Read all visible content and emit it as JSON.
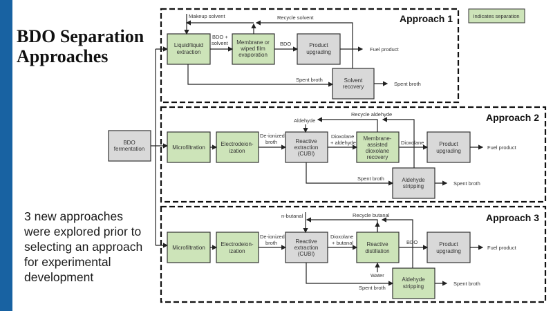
{
  "slide": {
    "title": "BDO Separation Approaches",
    "note": "3 new approaches were explored prior to selecting an approach for experimental development",
    "colors": {
      "separation": "#cde4b9",
      "process": "#d9d9d9",
      "accent": "#1862a2"
    }
  },
  "legend": {
    "label": "Indicates separation"
  },
  "source": {
    "label_line1": "BDO",
    "label_line2": "fermentation"
  },
  "approach1": {
    "title": "Approach 1",
    "boxes": {
      "lle": [
        "Liquid/liquid",
        "extraction"
      ],
      "membrane": [
        "Membrane or",
        "wiped film",
        "evaporation"
      ],
      "upgrading": [
        "Product",
        "upgrading"
      ],
      "solvent_recovery": [
        "Solvent",
        "recovery"
      ]
    },
    "labels": {
      "makeup": "Makeup solvent",
      "recycle": "Recycle solvent",
      "bdo_solvent_1": "BDO +",
      "bdo_solvent_2": "solvent",
      "bdo": "BDO",
      "fuel": "Fuel product",
      "spent1": "Spent broth",
      "spent2": "Spent broth"
    }
  },
  "approach2": {
    "title": "Approach 2",
    "boxes": {
      "micro": [
        "Microfiltration"
      ],
      "edi": [
        "Electrodeion-",
        "ization"
      ],
      "reactive": [
        "Reactive",
        "extraction",
        "(CUBI)"
      ],
      "membrane": [
        "Membrane-",
        "assisted",
        "dioxolane",
        "recovery"
      ],
      "upgrading": [
        "Product",
        "upgrading"
      ],
      "stripping": [
        "Aldehyde",
        "stripping"
      ]
    },
    "labels": {
      "deion1": "De-ionized",
      "deion2": "broth",
      "aldehyde": "Aldehyde",
      "recycle": "Recycle aldehyde",
      "diox1": "Dioxolane",
      "diox2": "+ aldehyde",
      "dioxolane": "Dioxolane",
      "fuel": "Fuel product",
      "spent1": "Spent broth",
      "spent2": "Spent broth"
    }
  },
  "approach3": {
    "title": "Approach 3",
    "boxes": {
      "micro": [
        "Microfiltration"
      ],
      "edi": [
        "Electrodeion-",
        "ization"
      ],
      "reactive": [
        "Reactive",
        "extraction",
        "(CUBI)"
      ],
      "distill": [
        "Reactive",
        "distillation"
      ],
      "upgrading": [
        "Product",
        "upgrading"
      ],
      "stripping": [
        "Aldehyde",
        "stripping"
      ]
    },
    "labels": {
      "deion1": "De-ionized",
      "deion2": "broth",
      "butanal": "n-butanal",
      "recycle": "Recycle butanal",
      "diox1": "Dioxolane",
      "diox2": "+ butanal",
      "bdo": "BDO",
      "water": "Water",
      "fuel": "Fuel product",
      "spent1": "Spent broth",
      "spent2": "Spent broth"
    }
  }
}
